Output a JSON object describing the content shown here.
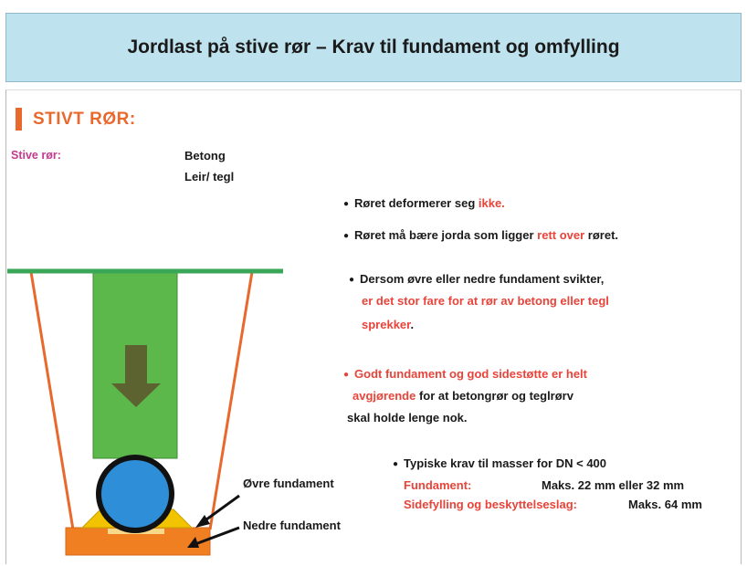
{
  "title": "Jordlast på stive rør  –  Krav til fundament og omfylling",
  "heading": "STIVT RØR:",
  "pipe_types": {
    "label": "Stive rør:",
    "items": [
      "Betong",
      "Leir/ tegl"
    ]
  },
  "bullets": {
    "b1": {
      "text": "Røret deformerer seg ",
      "highlight": "ikke."
    },
    "b2": {
      "text": "Røret må bære jorda som ligger ",
      "highlight": "rett over",
      "tail": " røret."
    },
    "b3": {
      "line1": "Dersom øvre eller nedre fundament svikter,",
      "line2": "er det stor fare for at rør av betong eller tegl",
      "line3": "sprekker",
      "line3_tail": "."
    },
    "b4": {
      "line1": "Godt fundament og god sidestøtte er helt",
      "line2_red": "avgjørende",
      "line2_tail": " for at betongrør og teglrørv",
      "line3": "skal holde lenge nok."
    }
  },
  "requirements": {
    "title": "Typiske krav til masser for DN < 400",
    "rows": [
      {
        "label": "Fundament:",
        "value": "Maks. 22 mm eller 32 mm"
      },
      {
        "label": "Sidefylling og beskyttelseslag:",
        "value": "Maks. 64 mm"
      }
    ]
  },
  "diagram_labels": {
    "upper": "Øvre fundament",
    "lower": "Nedre fundament"
  },
  "colors": {
    "accent_orange": "#e8692d",
    "red_text": "#e8443a",
    "magenta_label": "#c43a8e",
    "ground_line": "#3aa657",
    "soil_column": "#5cb84a",
    "arrow": "#5c5a2e",
    "pipe_fill": "#2e8fd8",
    "upper_foundation": "#f2c400",
    "lower_foundation": "#f07f22",
    "title_bg": "#bfe3ee"
  }
}
